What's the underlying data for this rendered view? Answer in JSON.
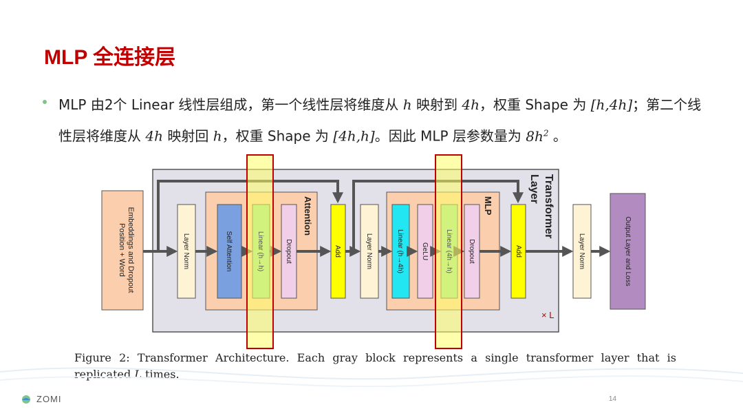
{
  "slide": {
    "title": "MLP 全连接层",
    "bullet": {
      "p1": "MLP 由2个 Linear 线性层组成，第一个线性层将维度从",
      "h1": "h",
      "p2": "映射到",
      "v4h_a": "4h",
      "p3": "，权重 Shape 为",
      "shape1": "[h,4h]",
      "p4": "；第二个线性层将维度从",
      "v4h_b": "4h",
      "p5": "映射回",
      "h2": "h",
      "p6": "，权重 Shape 为",
      "shape2": "[4h,h]",
      "p7": "。因此 MLP 层参数量为",
      "param": "8h",
      "param_exp": "2",
      "p8": "。"
    },
    "page_number": "14",
    "brand": "ZOMI"
  },
  "diagram": {
    "transformer_label_1": "Transformer",
    "transformer_label_2": "Layer",
    "times_l": "× L",
    "attention_label": "Attention",
    "mlp_label": "MLP",
    "blocks": {
      "embed_line1": "Position + Word",
      "embed_line2": "Embeddings and Dropout",
      "layer_norm_1": "Layer Norm",
      "self_attention": "Self Attention",
      "linear_attn": "Linear (h→h)",
      "dropout_attn": "Dropout",
      "add_1": "Add",
      "layer_norm_2": "Layer Norm",
      "linear_mlp_1": "Linear (h→4h)",
      "gelu": "GeLU",
      "linear_mlp_2": "Linear (4h→h)",
      "dropout_mlp": "Dropout",
      "add_2": "Add",
      "layer_norm_3": "Layer Norm",
      "output": "Output Layer and Loss"
    },
    "colors": {
      "gray_block": "#e2e0e8",
      "attention_box": "#fbcfae",
      "mlp_box": "#fbcfae",
      "layer_norm": "#fff3d6",
      "self_attention": "#7aa0e0",
      "linear_green": "#9be39b",
      "dropout": "#f2cfe8",
      "add": "#ffff00",
      "linear_cyan": "#22e6f2",
      "gelu": "#f2cfe8",
      "output": "#b28bc0",
      "embed": "#fbcfae",
      "highlight": "#ffff80",
      "highlight_border": "#c00000",
      "title_red": "#c00000"
    }
  },
  "caption": {
    "text1": "Figure 2:  Transformer Architecture.  Each gray block represents a single transformer layer that is replicated",
    "L": "L",
    "text2": "times."
  }
}
